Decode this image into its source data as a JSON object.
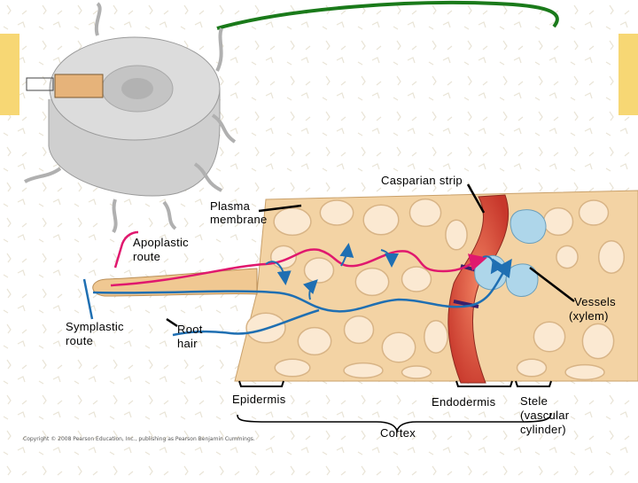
{
  "labels": {
    "casparian_strip": "Casparian strip",
    "plasma_membrane_1": "Plasma",
    "plasma_membrane_2": "membrane",
    "apoplastic_1": "Apoplastic",
    "apoplastic_2": "route",
    "symplastic_1": "Symplastic",
    "symplastic_2": "route",
    "root_hair_1": "Root",
    "root_hair_2": "hair",
    "vessels_1": "Vessels",
    "vessels_2": "(xylem)",
    "epidermis": "Epidermis",
    "endodermis": "Endodermis",
    "cortex": "Cortex",
    "stele_1": "Stele",
    "stele_2": "(vascular",
    "stele_3": "cylinder)"
  },
  "copyright": "Copyright © 2008 Pearson Education, Inc., publishing as Pearson Benjamin Cummings.",
  "colors": {
    "apoplastic_route": "#e0186e",
    "symplastic_route": "#1f6fb2",
    "cell_wall": "#f3d3a4",
    "cell_interior": "#fbe9d2",
    "endodermis": "#d9483a",
    "xylem": "#aed6ea",
    "title_curve": "#1a7a1a",
    "side_bar": "#f7d774"
  }
}
